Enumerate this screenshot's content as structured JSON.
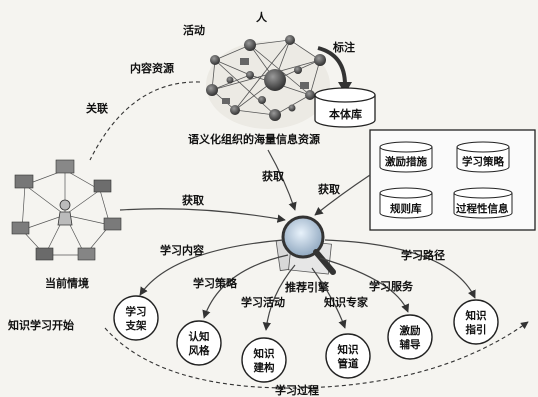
{
  "top": {
    "person_label": "人",
    "activity_label": "活动",
    "content_resource_label": "内容资源",
    "annotate_label": "标注",
    "ontology_db_label": "本体库",
    "massive_info_caption": "语义化组织的海量信息资源"
  },
  "left": {
    "associate_label": "关联",
    "current_context_label": "当前情境"
  },
  "acquire_labels": {
    "from_context": "获取",
    "from_resources": "获取",
    "from_databases": "获取"
  },
  "databases": {
    "incentive_measures": "激励措施",
    "learning_strategy": "学习策略",
    "rule_base": "规则库",
    "process_info": "过程性信息"
  },
  "engine": {
    "label": "推荐引擎"
  },
  "branch_labels": {
    "learning_content": "学习内容",
    "learning_strategy": "学习策略",
    "learning_activity": "学习活动",
    "knowledge_expert": "知识专家",
    "learning_service": "学习服务",
    "learning_path": "学习路径"
  },
  "nodes": {
    "learning_support": "学习\n支架",
    "cognitive_style": "认知\n风格",
    "knowledge_construction": "知识\n建构",
    "knowledge_pipeline": "知识\n管道",
    "incentive_coaching": "激励\n辅导",
    "knowledge_guide": "知识\n指引"
  },
  "bottom": {
    "start_label": "知识学习开始",
    "process_label": "学习过程"
  }
}
